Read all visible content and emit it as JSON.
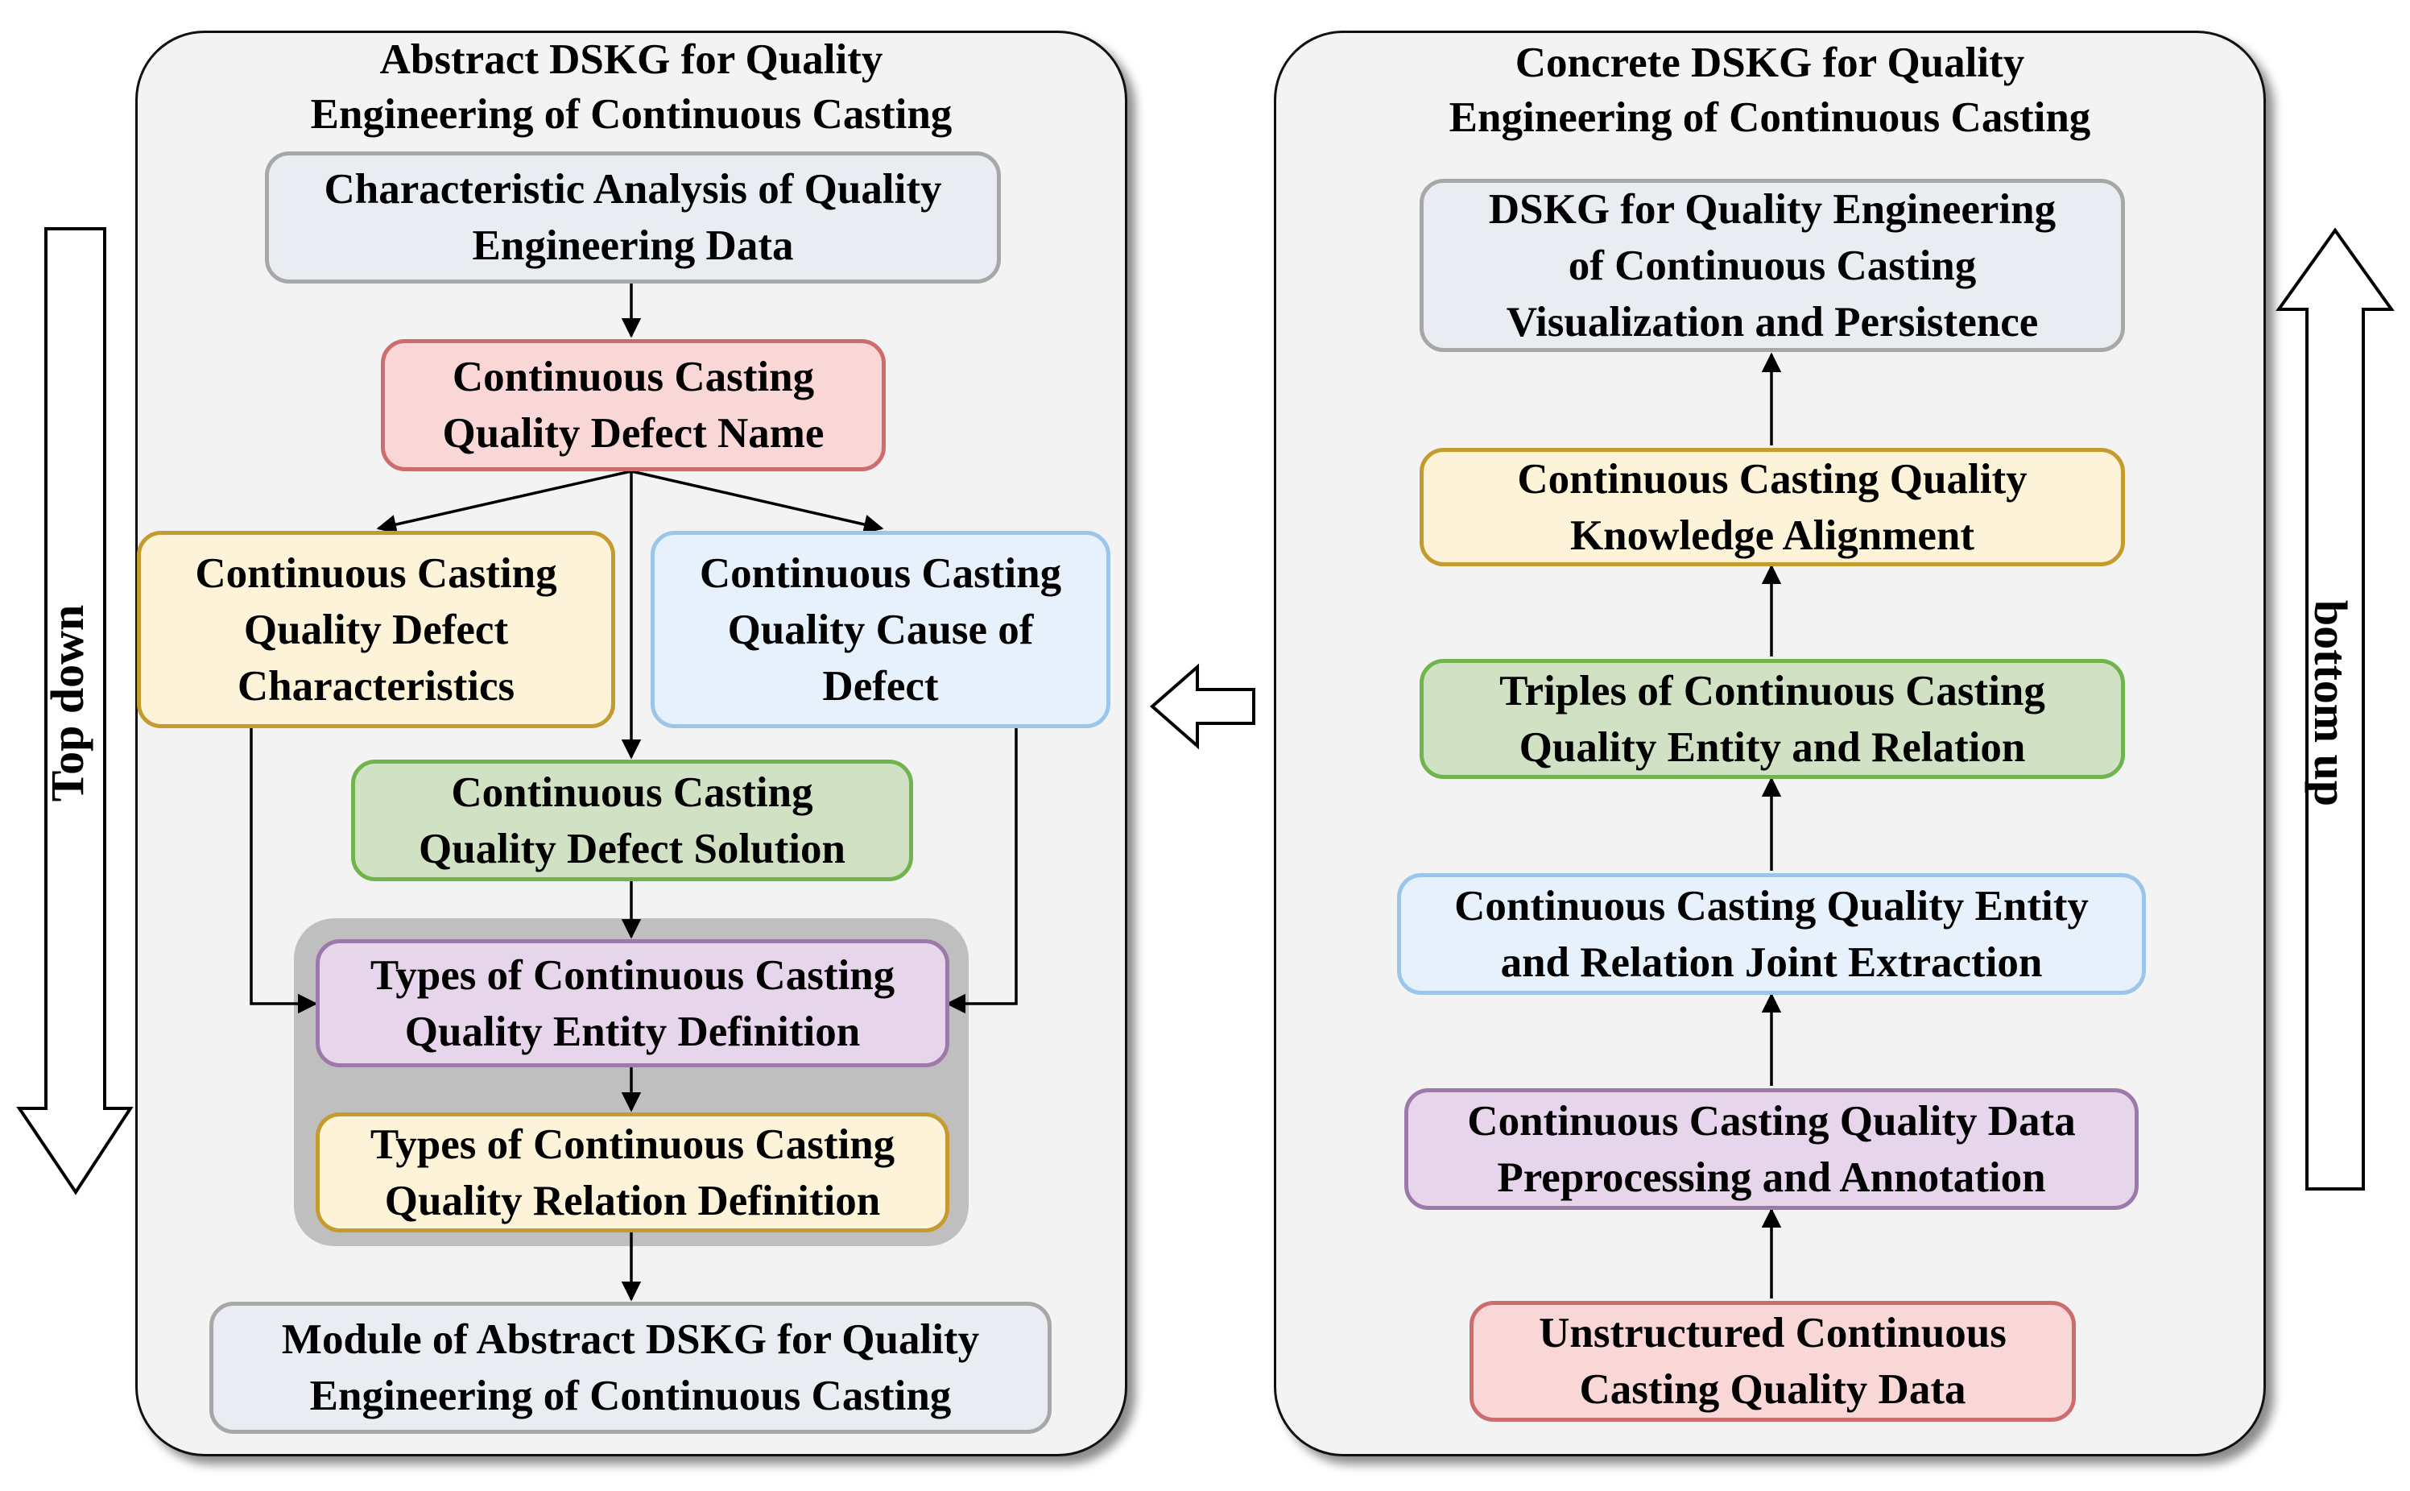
{
  "left_panel": {
    "title": "Abstract DSKG for Quality\nEngineering of Continuous Casting",
    "nodes": {
      "characteristic_analysis": "Characteristic Analysis of Quality\nEngineering Data",
      "defect_name": "Continuous Casting\nQuality Defect Name",
      "defect_characteristics": "Continuous Casting\nQuality Defect\nCharacteristics",
      "cause_of_defect": "Continuous Casting\nQuality Cause of\nDefect",
      "defect_solution": "Continuous Casting\nQuality Defect Solution",
      "entity_definition": "Types of Continuous Casting\nQuality Entity Definition",
      "relation_definition": "Types of Continuous Casting\nQuality Relation Definition",
      "module": "Module of Abstract DSKG for Quality\nEngineering of Continuous Casting"
    }
  },
  "right_panel": {
    "title": "Concrete DSKG for Quality\nEngineering of Continuous Casting",
    "nodes": {
      "visualization": "DSKG for Quality Engineering\nof Continuous Casting\nVisualization and Persistence",
      "knowledge_alignment": "Continuous Casting Quality\nKnowledge Alignment",
      "triples": "Triples of Continuous Casting\nQuality Entity and Relation",
      "joint_extraction": "Continuous Casting Quality Entity\nand Relation Joint Extraction",
      "preprocessing": "Continuous Casting Quality Data\nPreprocessing and Annotation",
      "unstructured_data": "Unstructured Continuous\nCasting Quality Data"
    }
  },
  "side_labels": {
    "left": "Top  down",
    "right": "bottom up"
  },
  "colors": {
    "gray_fill": "#e9ecf1",
    "red_fill": "#f8d7d6",
    "yellow_fill": "#fdf3d8",
    "blue_fill": "#e7f1fb",
    "green_fill": "#d1e2c4",
    "purple_fill": "#e7d6eb",
    "group_fill": "#bfbfbf",
    "panel_fill": "#f3f3f3"
  }
}
